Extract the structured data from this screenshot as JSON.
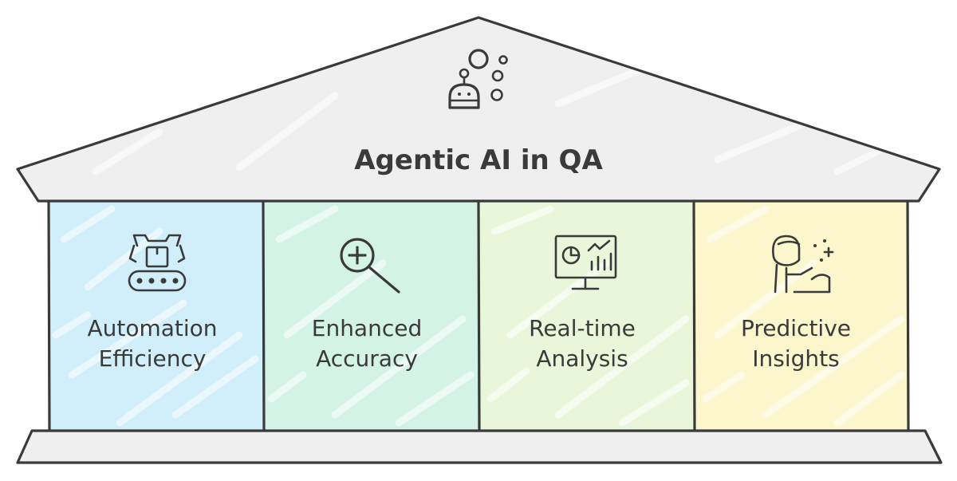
{
  "title": "Agentic AI in QA",
  "title_icon": "robot-with-thought-bubbles-icon",
  "colors": {
    "outline": "#3a3a3a",
    "roof": "#efefef",
    "base": "#efefef"
  },
  "pillars": [
    {
      "line1": "Automation",
      "line2": "Efficiency",
      "icon": "robotic-arm-conveyor-icon",
      "color": "#d1eefb"
    },
    {
      "line1": "Enhanced",
      "line2": "Accuracy",
      "icon": "magnifier-plus-icon",
      "color": "#d3f3e6"
    },
    {
      "line1": "Real-time",
      "line2": "Analysis",
      "icon": "monitor-dashboard-icon",
      "color": "#e8f6d9"
    },
    {
      "line1": "Predictive",
      "line2": "Insights",
      "icon": "person-sparkles-icon",
      "color": "#fbf6cb"
    }
  ]
}
